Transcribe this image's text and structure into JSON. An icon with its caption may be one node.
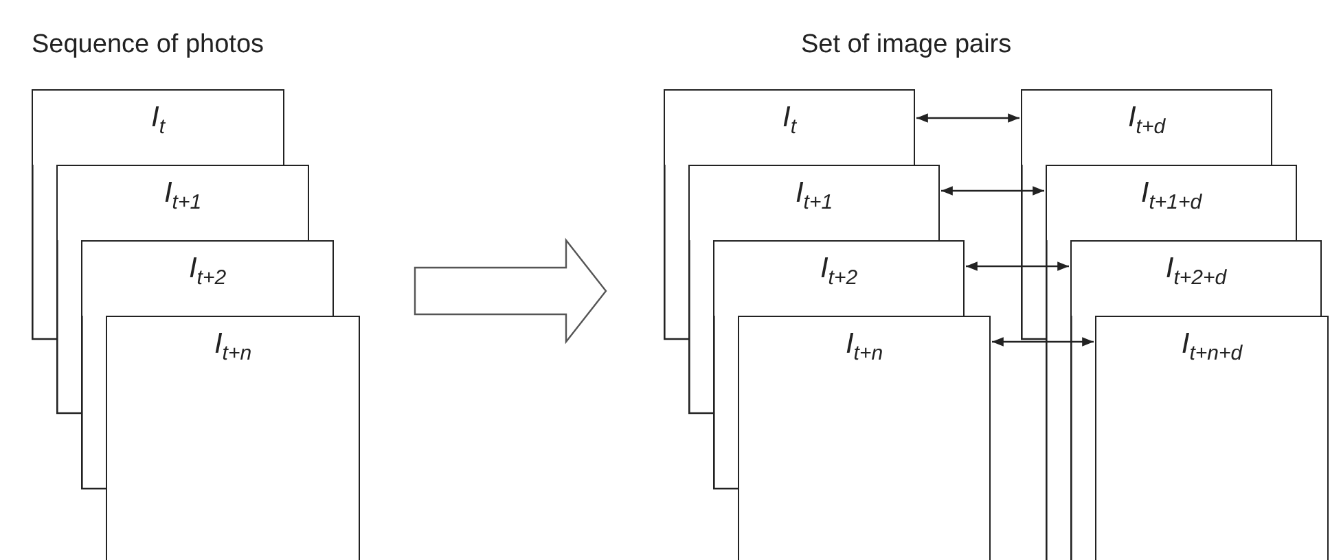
{
  "diagram": {
    "nodes": [
      {
        "text": [
          "I$_{t}$"
        ]
      },
      {
        "text": [
          "I$_{t+1}$"
        ]
      },
      {
        "text": [
          "I$_{t+2}$"
        ]
      },
      {
        "text": [
          "I$_{t+n}$"
        ]
      },
      {
        "text": [
          "I$_{t}$"
        ]
      },
      {
        "text": [
          "I$_{t+1}$"
        ]
      },
      {
        "text": [
          "I$_{t+2}$"
        ]
      },
      {
        "text": [
          "I$_{t+n}$"
        ]
      },
      {
        "text": [
          "I$_{t+d}$"
        ]
      },
      {
        "text": [
          "I$_{t+1+d}$"
        ]
      },
      {
        "text": [
          "I$_{t+2+d}$"
        ]
      },
      {
        "text": [
          "I$_{t+n+d}$"
        ]
      }
    ],
    "edges": [
      {
        "from": 4,
        "to": 8,
        "arrow": "both"
      },
      {
        "from": 5,
        "to": 9,
        "arrow": "both"
      },
      {
        "from": 6,
        "to": 10,
        "arrow": "both"
      },
      {
        "from": 7,
        "to": 11,
        "arrow": "both"
      }
    ],
    "labels": [
      "Sequence of photos",
      "Set of image pairs"
    ]
  }
}
